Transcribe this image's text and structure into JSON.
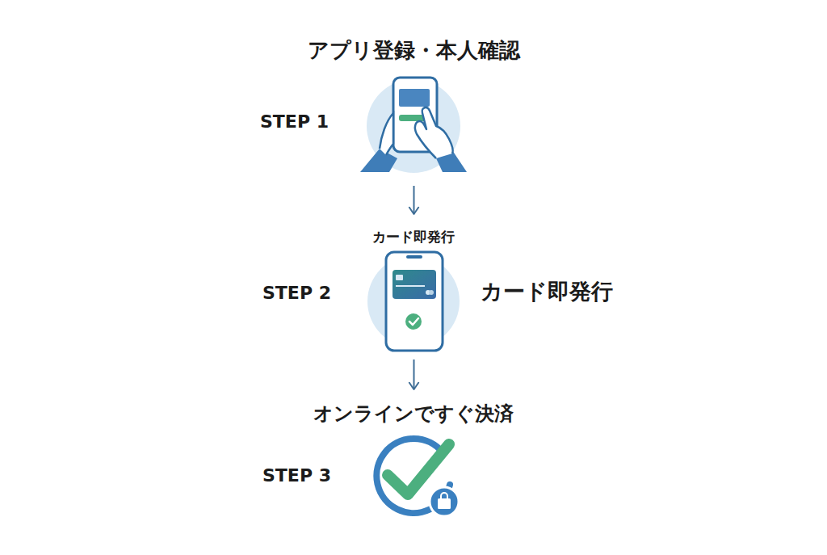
{
  "diagram": {
    "nodes": [
      {
        "text": [
          "アプリ登録・本人確認",
          "STEP 1"
        ]
      },
      {
        "text": [
          "カード即発行",
          "STEP 2",
          "カード即発行"
        ]
      },
      {
        "text": [
          "オンラインですぐ決済",
          "STEP 3"
        ]
      }
    ],
    "edges": [
      {
        "from": 0,
        "to": 1,
        "arrow": "to"
      },
      {
        "from": 1,
        "to": 2,
        "arrow": "to"
      }
    ]
  }
}
